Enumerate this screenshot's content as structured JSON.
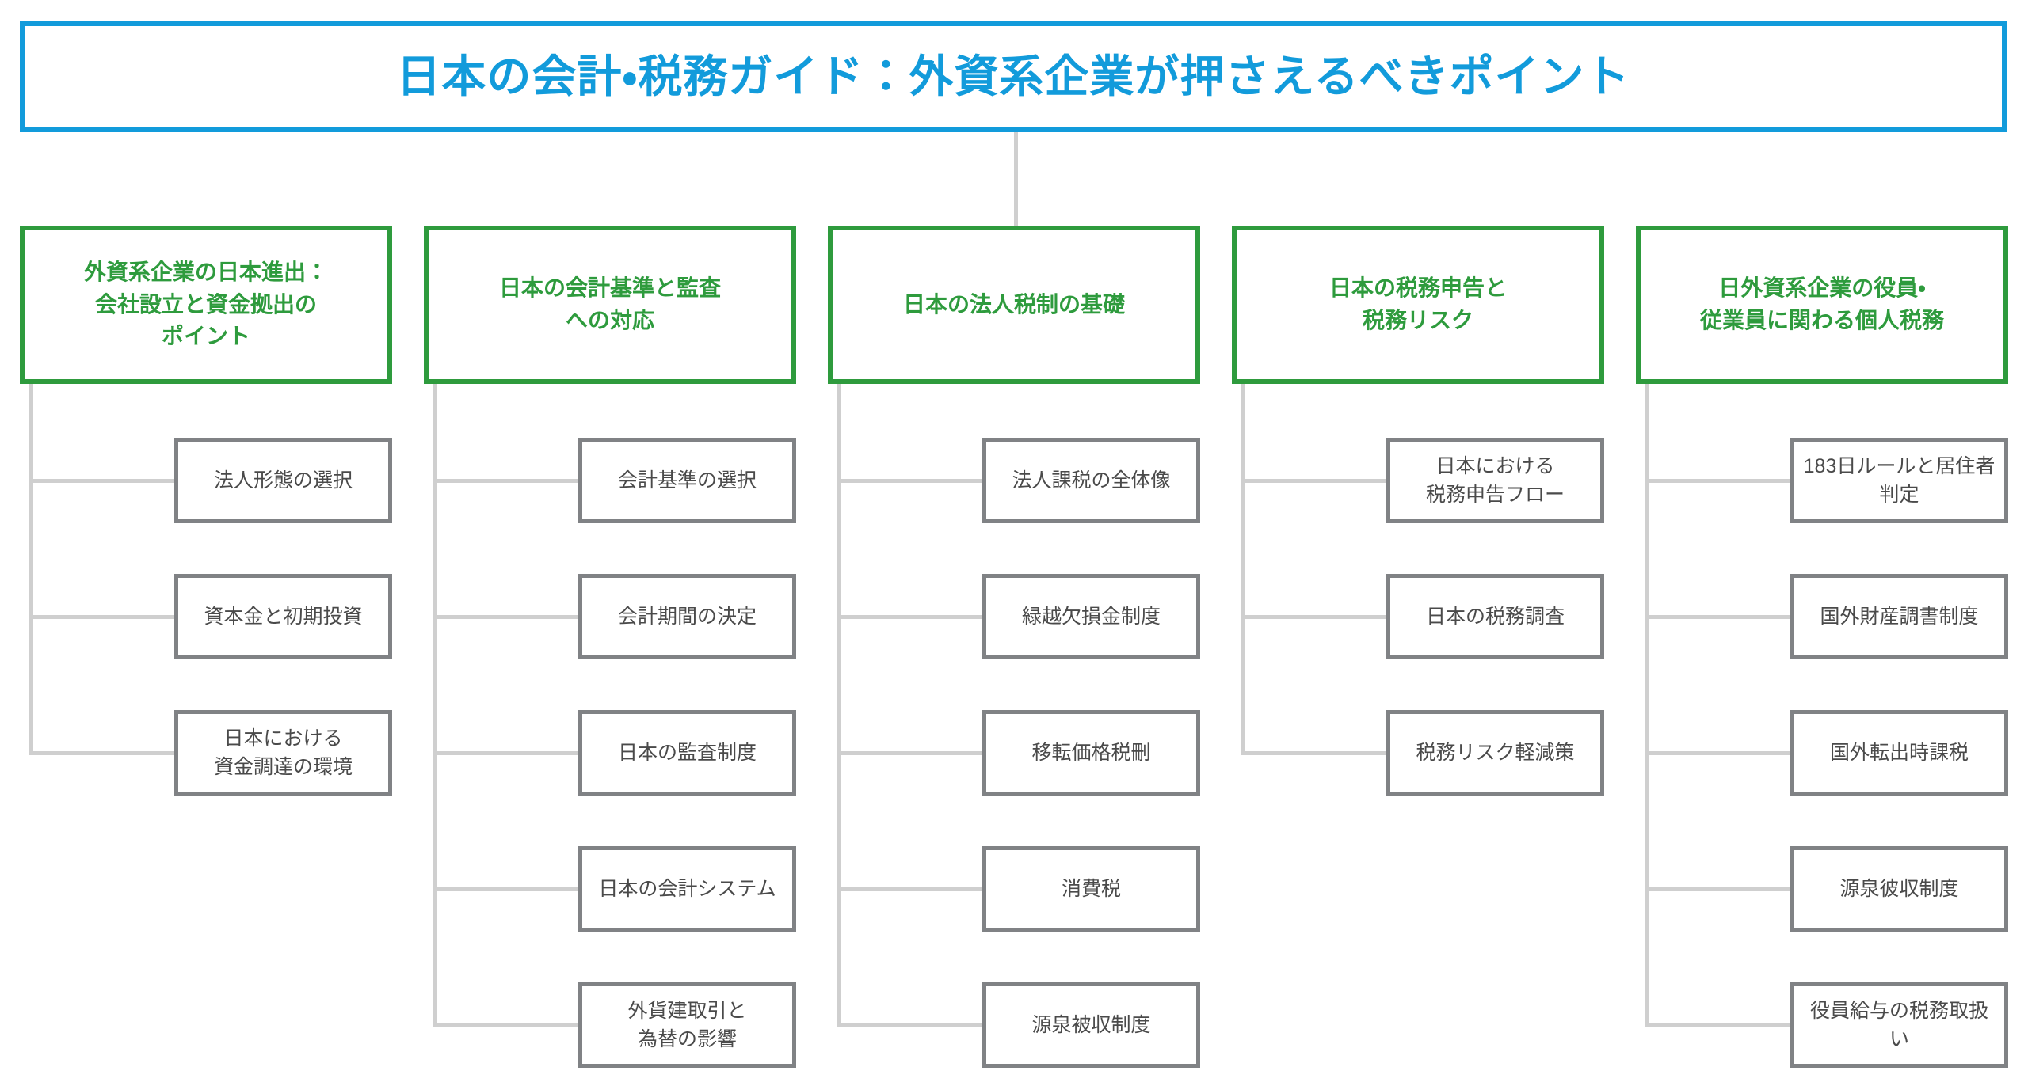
{
  "colors": {
    "title_accent": "#129BDB",
    "category_accent": "#2E9B3D",
    "leaf_border": "#808285",
    "leaf_text": "#4A4A4A",
    "connector": "#CFCFCF",
    "background": "#FFFFFF"
  },
  "title": {
    "text": "日本の会計・税務ガイド：外資系企業が押さえるべきポイント"
  },
  "chart_data": {
    "type": "tree",
    "title": "日本の会計・税務ガイド：外資系企業が押さえるべきポイント",
    "orientation": "top-down",
    "levels": 3,
    "branch_count": 5,
    "leaf_count": 18
  },
  "branches": [
    {
      "id": "branch-1",
      "title": "外資系企業の日本進出：\n会社設立と資金拠出の\nポイント",
      "title_lines": [
        "外資系企業の日本進出：",
        "会社設立と資金拠出の",
        "ポイント"
      ],
      "children": [
        {
          "label_lines": [
            "法人形態の選択"
          ]
        },
        {
          "label_lines": [
            "資本金と初期投資"
          ]
        },
        {
          "label_lines": [
            "日本における",
            "資金調達の環境"
          ]
        }
      ]
    },
    {
      "id": "branch-2",
      "title_lines": [
        "日本の会計基準と監査",
        "への対応"
      ],
      "children": [
        {
          "label_lines": [
            "会計基準の選択"
          ]
        },
        {
          "label_lines": [
            "会計期間の決定"
          ]
        },
        {
          "label_lines": [
            "日本の監査制度"
          ]
        },
        {
          "label_lines": [
            "日本の会計システム"
          ]
        },
        {
          "label_lines": [
            "外貨建取引と",
            "為替の影響"
          ]
        }
      ]
    },
    {
      "id": "branch-3",
      "title_lines": [
        "日本の法人税制の基礎"
      ],
      "children": [
        {
          "label_lines": [
            "法人課税の全体像"
          ]
        },
        {
          "label_lines": [
            "緑越欠損金制度"
          ]
        },
        {
          "label_lines": [
            "移転価格税刪"
          ]
        },
        {
          "label_lines": [
            "消費税"
          ]
        },
        {
          "label_lines": [
            "源泉被収制度"
          ]
        }
      ]
    },
    {
      "id": "branch-4",
      "title_lines": [
        "日本の税務申告と",
        "税務リスク"
      ],
      "children": [
        {
          "label_lines": [
            "日本における",
            "税務申告フロー"
          ]
        },
        {
          "label_lines": [
            "日本の税務調査"
          ]
        },
        {
          "label_lines": [
            "税務リスク軽減策"
          ]
        }
      ]
    },
    {
      "id": "branch-5",
      "title_lines": [
        "日外資系企業の役員・",
        "従業員に関わる個人税務"
      ],
      "children": [
        {
          "label_lines": [
            "183日ルールと居住者",
            "判定"
          ]
        },
        {
          "label_lines": [
            "国外財産調書制度"
          ]
        },
        {
          "label_lines": [
            "国外転出時課税"
          ]
        },
        {
          "label_lines": [
            "源泉彼収制度"
          ]
        },
        {
          "label_lines": [
            "役員給与の税務取扱い"
          ]
        }
      ]
    }
  ]
}
